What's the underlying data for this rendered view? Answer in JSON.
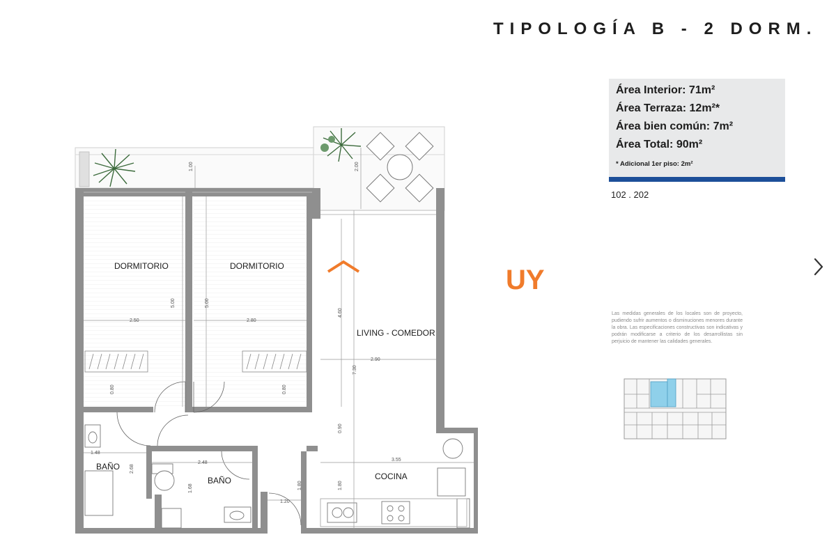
{
  "header": {
    "title": "TIPOLOGÍA B - 2 DORM."
  },
  "areas": {
    "interior": "Área Interior: 71m²",
    "terraza": "Área Terraza: 12m²*",
    "bien_comun": "Área bien común: 7m²",
    "total": "Área Total: 90m²",
    "note": "* Adicional 1er piso: 2m²"
  },
  "unit_code": "102 . 202",
  "disclaimer": "Las medidas generales de los locales son de proyecto, pudiendo sufrir aumentos o disminuciones menores durante la obra. Las especificaciones constructivas son indicativas y podrán modificarse a criterio de los desarrollistas sin perjuicio de mantener las calidades generales.",
  "watermark": {
    "text": "UY",
    "color": "#f07b2b"
  },
  "colors": {
    "wall": "#8f8f8f",
    "accent_bar": "#1d4f99",
    "highlight": "#8fd0ea",
    "panel": "#e8e9ea"
  },
  "navigation": {
    "next_icon": "chevron-right-icon"
  },
  "plan": {
    "rooms": {
      "dorm_1": "DORMITORIO",
      "dorm_2": "DORMITORIO",
      "living": "LIVING - COMEDOR",
      "bano_1": "BAÑO",
      "bano_2": "BAÑO",
      "cocina": "COCINA"
    },
    "dimensions": {
      "terrace_depth_left": "1.00",
      "terrace_depth_right": "2.00",
      "dorm_1_width": "2.50",
      "dorm_1_length": "5.00",
      "dorm_1_closet": "0.80",
      "dorm_2_width": "2.80",
      "dorm_2_length": "5.00",
      "dorm_2_closet": "0.80",
      "living_length": "4.60",
      "living_width": "2.90",
      "total_length": "7.30",
      "hall_depth": "0.90",
      "kitchen_width": "3.55",
      "kitchen_depth": "1.80",
      "bano_1_width": "1.48",
      "bano_1_length": "2.68",
      "bano_2_width": "2.48",
      "bano_2_length": "1.68",
      "entry_width": "1.20",
      "entry_depth": "1.80"
    }
  }
}
